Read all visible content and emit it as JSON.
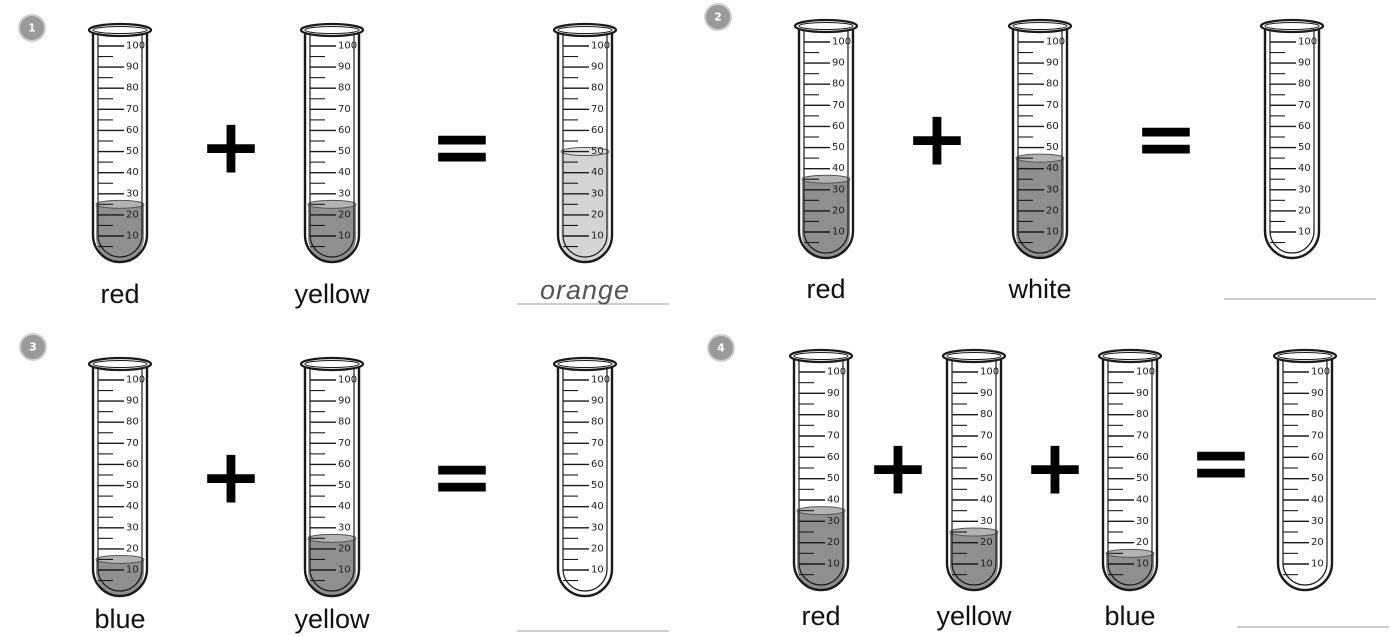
{
  "scale": {
    "max": 100,
    "labels": [
      "100",
      "90",
      "80",
      "70",
      "60",
      "50",
      "40",
      "30",
      "20",
      "10"
    ]
  },
  "colors": {
    "liquid": "#8f8f8f",
    "liquid_light": "#d4d4d4",
    "outline": "#1a1a1a",
    "badge": "#9a9a9a",
    "answer_line": "#bdbdbd"
  },
  "operators": {
    "plus": "+",
    "equals": "="
  },
  "problems": [
    {
      "number": "1",
      "tubes": [
        {
          "label": "red",
          "level": 25
        },
        {
          "label": "yellow",
          "level": 25
        }
      ],
      "answer": {
        "label": "orange",
        "level": 50
      }
    },
    {
      "number": "2",
      "tubes": [
        {
          "label": "red",
          "level": 35
        },
        {
          "label": "white",
          "level": 45
        }
      ],
      "answer": {
        "label": "",
        "level": 0
      }
    },
    {
      "number": "3",
      "tubes": [
        {
          "label": "blue",
          "level": 15
        },
        {
          "label": "yellow",
          "level": 25
        }
      ],
      "answer": {
        "label": "",
        "level": 0
      }
    },
    {
      "number": "4",
      "tubes": [
        {
          "label": "red",
          "level": 35
        },
        {
          "label": "yellow",
          "level": 25
        },
        {
          "label": "blue",
          "level": 15
        }
      ],
      "answer": {
        "label": "",
        "level": 0
      }
    }
  ]
}
